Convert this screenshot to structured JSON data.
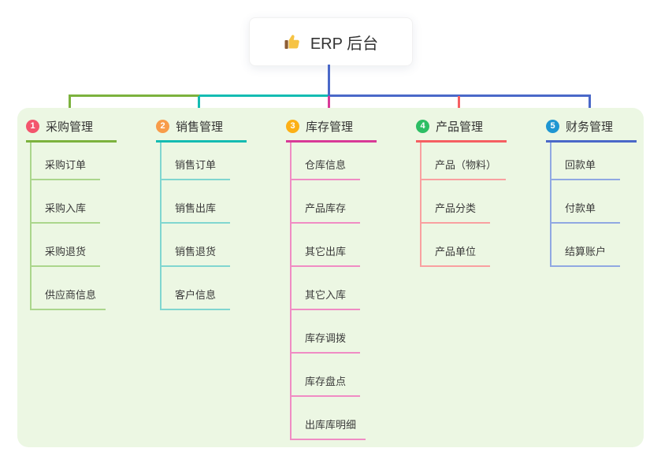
{
  "root": {
    "title": "ERP 后台",
    "icon": "thumbs-up-icon"
  },
  "colors": {
    "root_line": "#4a68c8",
    "panel_bg": "#ecf7e3",
    "card_bg": "#ffffff",
    "text": "#333333",
    "icon_thumb": "#f6c344",
    "icon_cuff": "#8d5d34"
  },
  "branches": [
    {
      "num": "1",
      "title": "采购管理",
      "badge_color": "#f3556d",
      "line_color": "#7cb23e",
      "child_line_color": "#abd68c",
      "children": [
        "采购订单",
        "采购入库",
        "采购退货",
        "供应商信息"
      ]
    },
    {
      "num": "2",
      "title": "销售管理",
      "badge_color": "#f89c4a",
      "line_color": "#14bcb2",
      "child_line_color": "#80d6d0",
      "children": [
        "销售订单",
        "销售出库",
        "销售退货",
        "客户信息"
      ]
    },
    {
      "num": "3",
      "title": "库存管理",
      "badge_color": "#fcb016",
      "line_color": "#d83a97",
      "child_line_color": "#f08cc4",
      "children": [
        "仓库信息",
        "产品库存",
        "其它出库",
        "其它入库",
        "库存调拨",
        "库存盘点",
        "出库库明细"
      ]
    },
    {
      "num": "4",
      "title": "产品管理",
      "badge_color": "#2dbe64",
      "line_color": "#f55f62",
      "child_line_color": "#f9a0a0",
      "children": [
        "产品（物料）",
        "产品分类",
        "产品单位"
      ]
    },
    {
      "num": "5",
      "title": "财务管理",
      "badge_color": "#1e96d2",
      "line_color": "#4a68c8",
      "child_line_color": "#90a8e2",
      "children": [
        "回款单",
        "付款单",
        "结算账户"
      ]
    }
  ]
}
